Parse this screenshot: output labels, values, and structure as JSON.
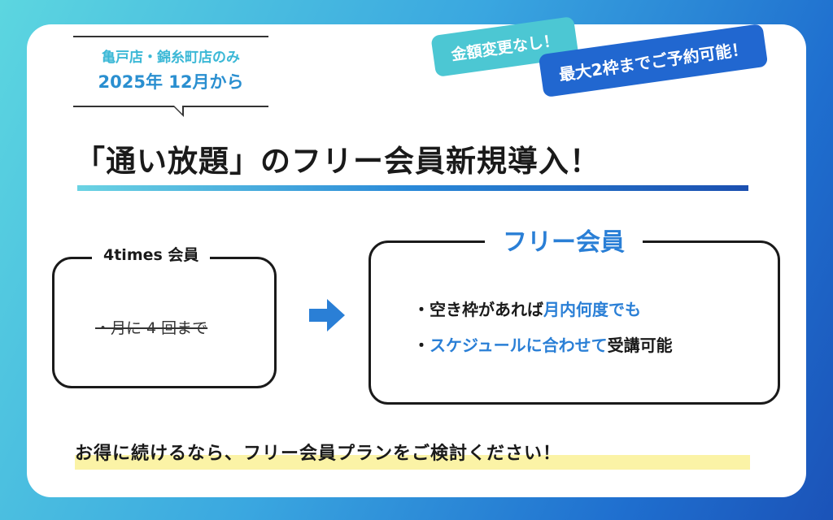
{
  "location": {
    "line1": "亀戸店・錦糸町店のみ",
    "line2": "2025年 12月から"
  },
  "badges": {
    "badge1": "金額変更なし！",
    "badge2": "最大2枠までご予約可能！"
  },
  "headline": "「通い放題」のフリー会員新規導入！",
  "old_plan": {
    "title": "4times 会員",
    "detail": "・月に 4 回まで"
  },
  "new_plan": {
    "title": "フリー会員",
    "bullet1_pre": "・空き枠があれば",
    "bullet1_hl": "月内何度でも",
    "bullet2_pre": "・",
    "bullet2_hl": "スケジュールに合わせて",
    "bullet2_post": "受講可能"
  },
  "footer": "お得に続けるなら、フリー会員プランをご検討ください！",
  "colors": {
    "accent_blue": "#2a7fd6",
    "accent_cyan": "#4cc7d3",
    "badge_blue": "#2167d0",
    "highlight_yellow": "#fbf3a6"
  },
  "icons": {
    "arrow": "arrow-right-icon"
  }
}
